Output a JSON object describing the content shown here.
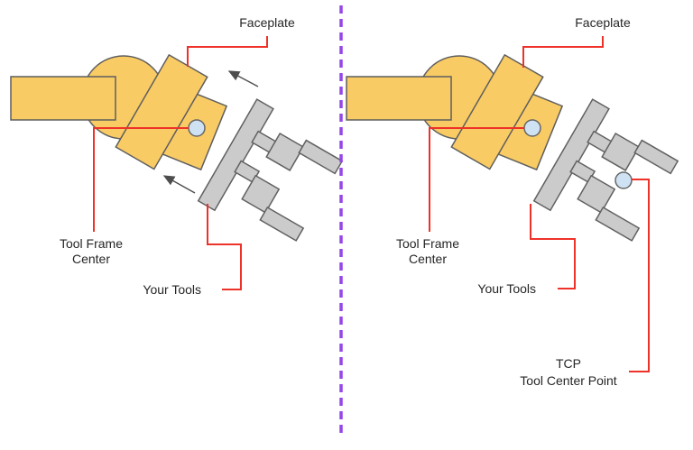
{
  "colors": {
    "part_yellow": "#F9CB64",
    "part_outline": "#5E5E5E",
    "tool_gray": "#CBCBCB",
    "marker_blue": "#CFE2F3",
    "leader_red": "#EE3229",
    "divider_purple": "#9546E8",
    "arrow_gray": "#4D4D4D",
    "label_text": "#262626"
  },
  "divider": {
    "style": "vertical-dashed"
  },
  "icons": {
    "direction_arrow": "↖"
  },
  "figures": {
    "left": {
      "labels": {
        "faceplate": "Faceplate",
        "tool_frame_line1": "Tool Frame",
        "tool_frame_line2": "Center",
        "your_tools": "Your Tools"
      }
    },
    "right": {
      "labels": {
        "faceplate": "Faceplate",
        "tool_frame_line1": "Tool Frame",
        "tool_frame_line2": "Center",
        "your_tools": "Your Tools",
        "tcp_line1": "TCP",
        "tcp_line2": "Tool Center Point"
      }
    }
  }
}
